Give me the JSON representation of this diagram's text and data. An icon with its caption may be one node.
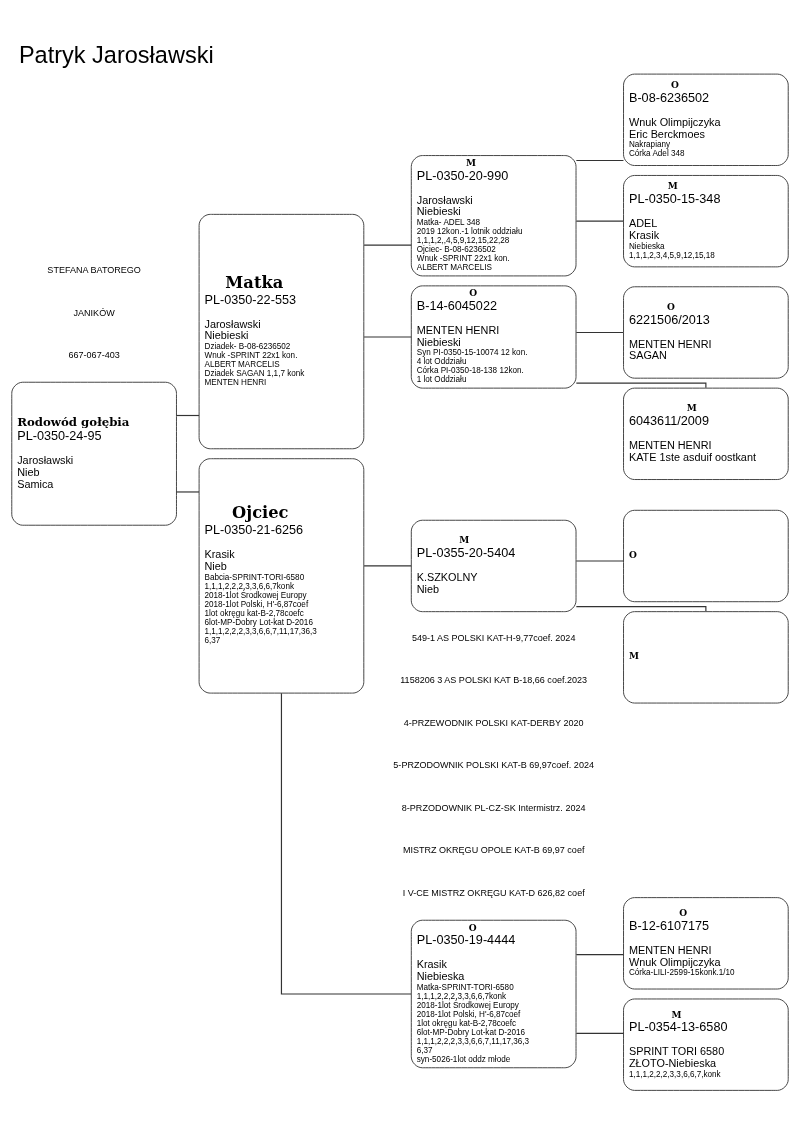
{
  "diagram": {
    "title": "Patryk Jarosławski",
    "nodes": [
      {
        "text": [
          "Rodowód gołębia",
          "PL-0350-24-95",
          "Jarosławski",
          "Nieb",
          "Samica"
        ]
      },
      {
        "text": [
          "Ojciec",
          "PL-0350-21-6256",
          "Krasik",
          "Nieb",
          "Babcia-SPRINT-TORI-6580",
          "1,1,1,2,2,2,3,3,6,6,7konk",
          "2018-1lot Środkowej Europy",
          "2018-1lot Polski, H'-6,87coef",
          "1lot okręgu kat-B-2,78coefc",
          "6lot-MP-Dobry Lot-kat D-2016",
          "1,1,1,2,2,2,3,3,6,6,7,11,17,36,3",
          "6,37"
        ]
      },
      {
        "text": [
          "Matka",
          "PL-0350-22-553",
          "Jarosławski",
          "Niebieski",
          "Dziadek- B-08-6236502",
          "Wnuk -SPRINT 22x1 kon.",
          "ALBERT MARCELIS",
          "Dziadek SAGAN 1,1,7 konk",
          "MENTEN HENRI"
        ]
      },
      {
        "text": [
          "O",
          "PL-0350-19-4444",
          "Krasik",
          "Niebieska",
          "Matka-SPRINT-TORI-6580",
          "1,1,1,2,2,2,3,3,6,6,7konk",
          "2018-1lot Środkowej Europy",
          "2018-1lot Polski, H'-6,87coef",
          "1lot okręgu kat-B-2,78coefc",
          "6lot-MP-Dobry Lot-kat D-2016",
          "1,1,1,2,2,2,3,3,6,6,7,11,17,36,3",
          "6,37",
          "syn-5026-1lot oddz młode"
        ]
      },
      {
        "text": [
          "M",
          "PL-0355-20-5404",
          "K.SZKOLNY",
          "Nieb"
        ]
      },
      {
        "text": [
          "O",
          "B-14-6045022",
          "MENTEN HENRI",
          "Niebieski",
          "Syn PI-0350-15-10074 12 kon.",
          "4 lot Oddziału",
          "Córka PI-0350-18-138 12kon.",
          "1 lot Oddziału"
        ]
      },
      {
        "text": [
          "M",
          "PL-0350-20-990",
          "Jarosławski",
          "Niebieski",
          "Matka- ADEL 348",
          "2019 12kon.-1 lotnik oddziału",
          "1,1,1,2,,4,5,9,12,15,22,28",
          "Ojciec- B-08-6236502",
          "Wnuk -SPRINT 22x1 kon.",
          "ALBERT MARCELIS"
        ]
      },
      {
        "text": [
          "O",
          "B-12-6107175",
          "MENTEN HENRI",
          "Wnuk Olimpijczyka",
          "Córka-LILI-2599-15konk.1/10"
        ]
      },
      {
        "text": [
          "M",
          "PL-0354-13-6580",
          "SPRINT TORI 6580",
          "ZŁOTO-Niebieska",
          "1,1,1,2,2,2,3,3,6,6,7,konk"
        ]
      },
      {
        "text": [
          "O"
        ]
      },
      {
        "text": [
          "M"
        ]
      },
      {
        "text": [
          "O",
          "6221506/2013",
          "MENTEN HENRI",
          "SAGAN"
        ]
      },
      {
        "text": [
          "M",
          "6043611/2009",
          "MENTEN HENRI",
          "KATE 1ste asduif oostkant"
        ]
      },
      {
        "text": [
          "O",
          "B-08-6236502",
          "Wnuk Olimpijczyka",
          "Eric Berckmoes",
          "Nakrapiany",
          "Córka Adel 348"
        ]
      },
      {
        "text": [
          "M",
          "PL-0350-15-348",
          "ADEL",
          "Krasik",
          "Niebieska",
          "1,1,1,2,3,4,5,9,12,15,18"
        ]
      }
    ],
    "edges": [
      {
        "from": 0,
        "to": 1,
        "arrow": "none"
      },
      {
        "from": 0,
        "to": 2,
        "arrow": "none"
      },
      {
        "from": 1,
        "to": 3,
        "arrow": "none"
      },
      {
        "from": 1,
        "to": 4,
        "arrow": "none"
      },
      {
        "from": 3,
        "to": 7,
        "arrow": "none"
      },
      {
        "from": 3,
        "to": 8,
        "arrow": "none"
      },
      {
        "from": 4,
        "to": 9,
        "arrow": "none"
      },
      {
        "from": 4,
        "to": 10,
        "arrow": "none"
      },
      {
        "from": 2,
        "to": 5,
        "arrow": "none"
      },
      {
        "from": 2,
        "to": 6,
        "arrow": "none"
      },
      {
        "from": 5,
        "to": 11,
        "arrow": "none"
      },
      {
        "from": 5,
        "to": 12,
        "arrow": "none"
      },
      {
        "from": 6,
        "to": 13,
        "arrow": "none"
      },
      {
        "from": 6,
        "to": 14,
        "arrow": "none"
      }
    ],
    "labels": [
      "STEFANA BATOREGO",
      "JANIKÓW",
      "667-067-403",
      "549-1 AS POLSKI KAT-H-9,77coef. 2024",
      "1158206 3 AS POLSKI KAT B-18,66 coef.2023",
      "4-PRZEWODNIK POLSKI KAT-DERBY 2020",
      "5-PRZODOWNIK POLSKI KAT-B 69,97coef. 2024",
      "8-PRZODOWNIK PL-CZ-SK Intermistrz. 2024",
      "MISTRZ OKRĘGU OPOLE KAT-B 69,97 coef",
      "I V-CE MISTRZ OKRĘGU KAT-D 626,82 coef"
    ]
  }
}
